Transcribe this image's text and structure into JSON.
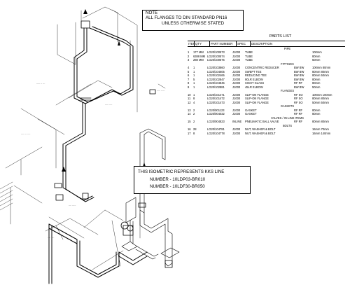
{
  "note": {
    "lines": [
      "NOTE",
      "ALL FLANGES TO DIN STANDARD PN16",
      "UNLESS OTHERWISE STATED"
    ]
  },
  "kks": {
    "lines": [
      "THIS ISOMETRIC REPRESENTS KKS LINE",
      "NUMBER - 10LDP03-BR010",
      "NUMBER - 10LDF30-BR050"
    ]
  },
  "parts_list": {
    "title": "PARTS LIST",
    "headers": [
      "ITEM",
      "QTY",
      "PART NUMBER",
      "SPEC",
      "DESCRIPTION"
    ],
    "sections": [
      {
        "label": "PIPE",
        "rows": [
          [
            "1",
            "177 MM",
            "LG20/100573",
            "J1000",
            "TUBE",
            "",
            "100mm"
          ],
          [
            "2",
            "6388 MM",
            "LG20/100574",
            "J1000",
            "TUBE",
            "",
            "80mm"
          ],
          [
            "3",
            "288 MM",
            "LG20/100575",
            "J1000",
            "TUBE",
            "",
            "50mm"
          ]
        ]
      },
      {
        "label": "FITTINGS",
        "rows": [
          [
            "4",
            "1",
            "LG20/103860",
            "J1000",
            "CONCENTRIC REDUCER",
            "BW BW",
            "100mm 80mm"
          ],
          [
            "5",
            "1",
            "LG20/104605",
            "J1000",
            "SWEPT TEE",
            "BW BW",
            "80mm 80mm"
          ],
          [
            "6",
            "1",
            "LG20/102465",
            "J1000",
            "REDUCING TEE",
            "BW BW",
            "80mm 50mm"
          ],
          [
            "7",
            "5",
            "LG20/102847",
            "J1000",
            "90LR ELBOW",
            "BW BW",
            "80mm"
          ],
          [
            "8",
            "1",
            "LG20/104845",
            "J1000",
            "SIGHT GLASS",
            "RF RF",
            "80mm"
          ],
          [
            "9",
            "1",
            "LG20/102881",
            "J1000",
            "45LR ELBOW",
            "BW BW",
            "50mm"
          ]
        ]
      },
      {
        "label": "FLANGES",
        "rows": [
          [
            "10",
            "1",
            "LG20/101471",
            "J1000",
            "SLIP-ON FLANGE",
            "RF SO",
            "100mm 100mm"
          ],
          [
            "11",
            "8",
            "LG20/101472",
            "J1000",
            "SLIP-ON FLANGE",
            "RF SO",
            "80mm 80mm"
          ],
          [
            "12",
            "4",
            "LG20/101473",
            "J1000",
            "SLIP-ON FLANGE",
            "RF SO",
            "50mm 50mm"
          ]
        ]
      },
      {
        "label": "GASKETS",
        "rows": [
          [
            "13",
            "2",
            "LG20/001123",
            "J1000",
            "GASKET",
            "RF RF",
            "80mm"
          ],
          [
            "14",
            "2",
            "LG20/004032",
            "J1000",
            "GASKET",
            "RF RF",
            "80mm"
          ]
        ]
      },
      {
        "label": "VALVES / IN-LINE ITEMS",
        "rows": [
          [
            "15",
            "2",
            "LG20/004823",
            "INLINE",
            "PNEUMATIC BALL VALVE",
            "RF RF",
            "80mm 80mm"
          ]
        ]
      },
      {
        "label": "BOLTS",
        "rows": [
          [
            "16",
            "28",
            "LG20/104781",
            "J1000",
            "NUT, WASHER & BOLT",
            "",
            "16mm 70mm"
          ],
          [
            "17",
            "8",
            "LG20/104778",
            "J1000",
            "NUT, WASHER & BOLT",
            "",
            "16mm 140mm"
          ]
        ]
      }
    ]
  }
}
